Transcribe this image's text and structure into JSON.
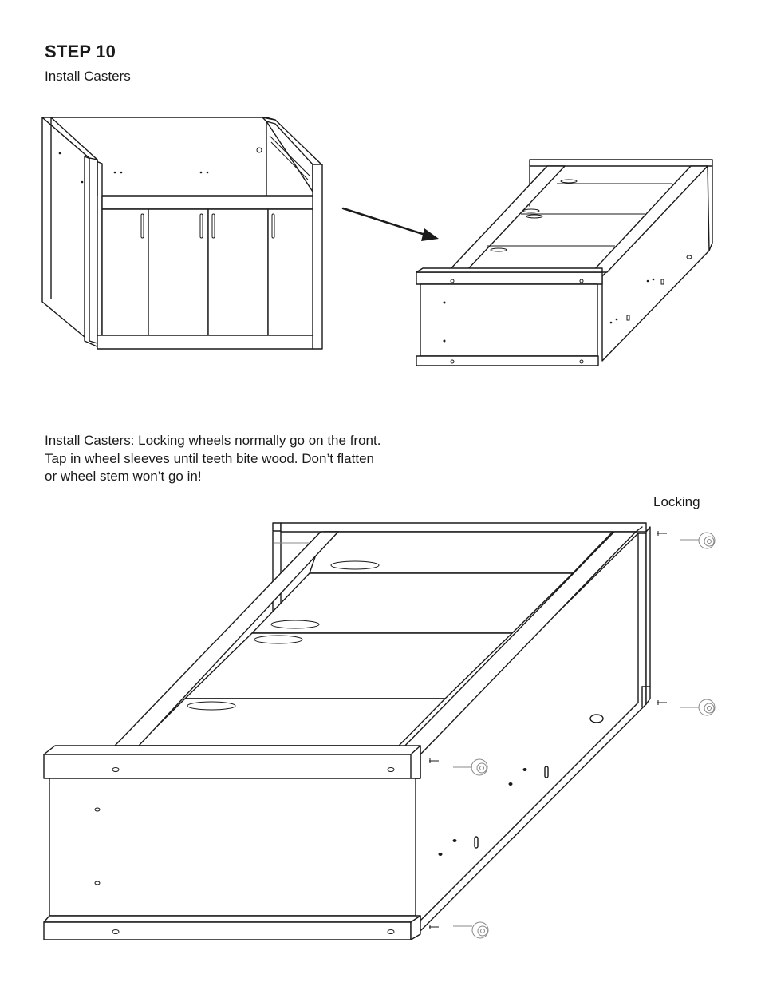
{
  "step": {
    "title": "STEP 10",
    "subtitle": "Install Casters"
  },
  "instructions": [
    "Install Casters: Locking wheels normally go on the front.",
    "Tap in wheel sleeves until teeth bite wood. Don’t flatten",
    "or wheel stem won’t go in!"
  ],
  "callout": {
    "locking_label": "Locking"
  },
  "colors": {
    "ink": "#1a1a1a",
    "paper": "#ffffff"
  },
  "icons": [
    "cabinet-upright-drawing",
    "arrow-icon",
    "cabinet-on-back-drawing",
    "caster-wheel-icon",
    "wheel-sleeve-icon"
  ]
}
